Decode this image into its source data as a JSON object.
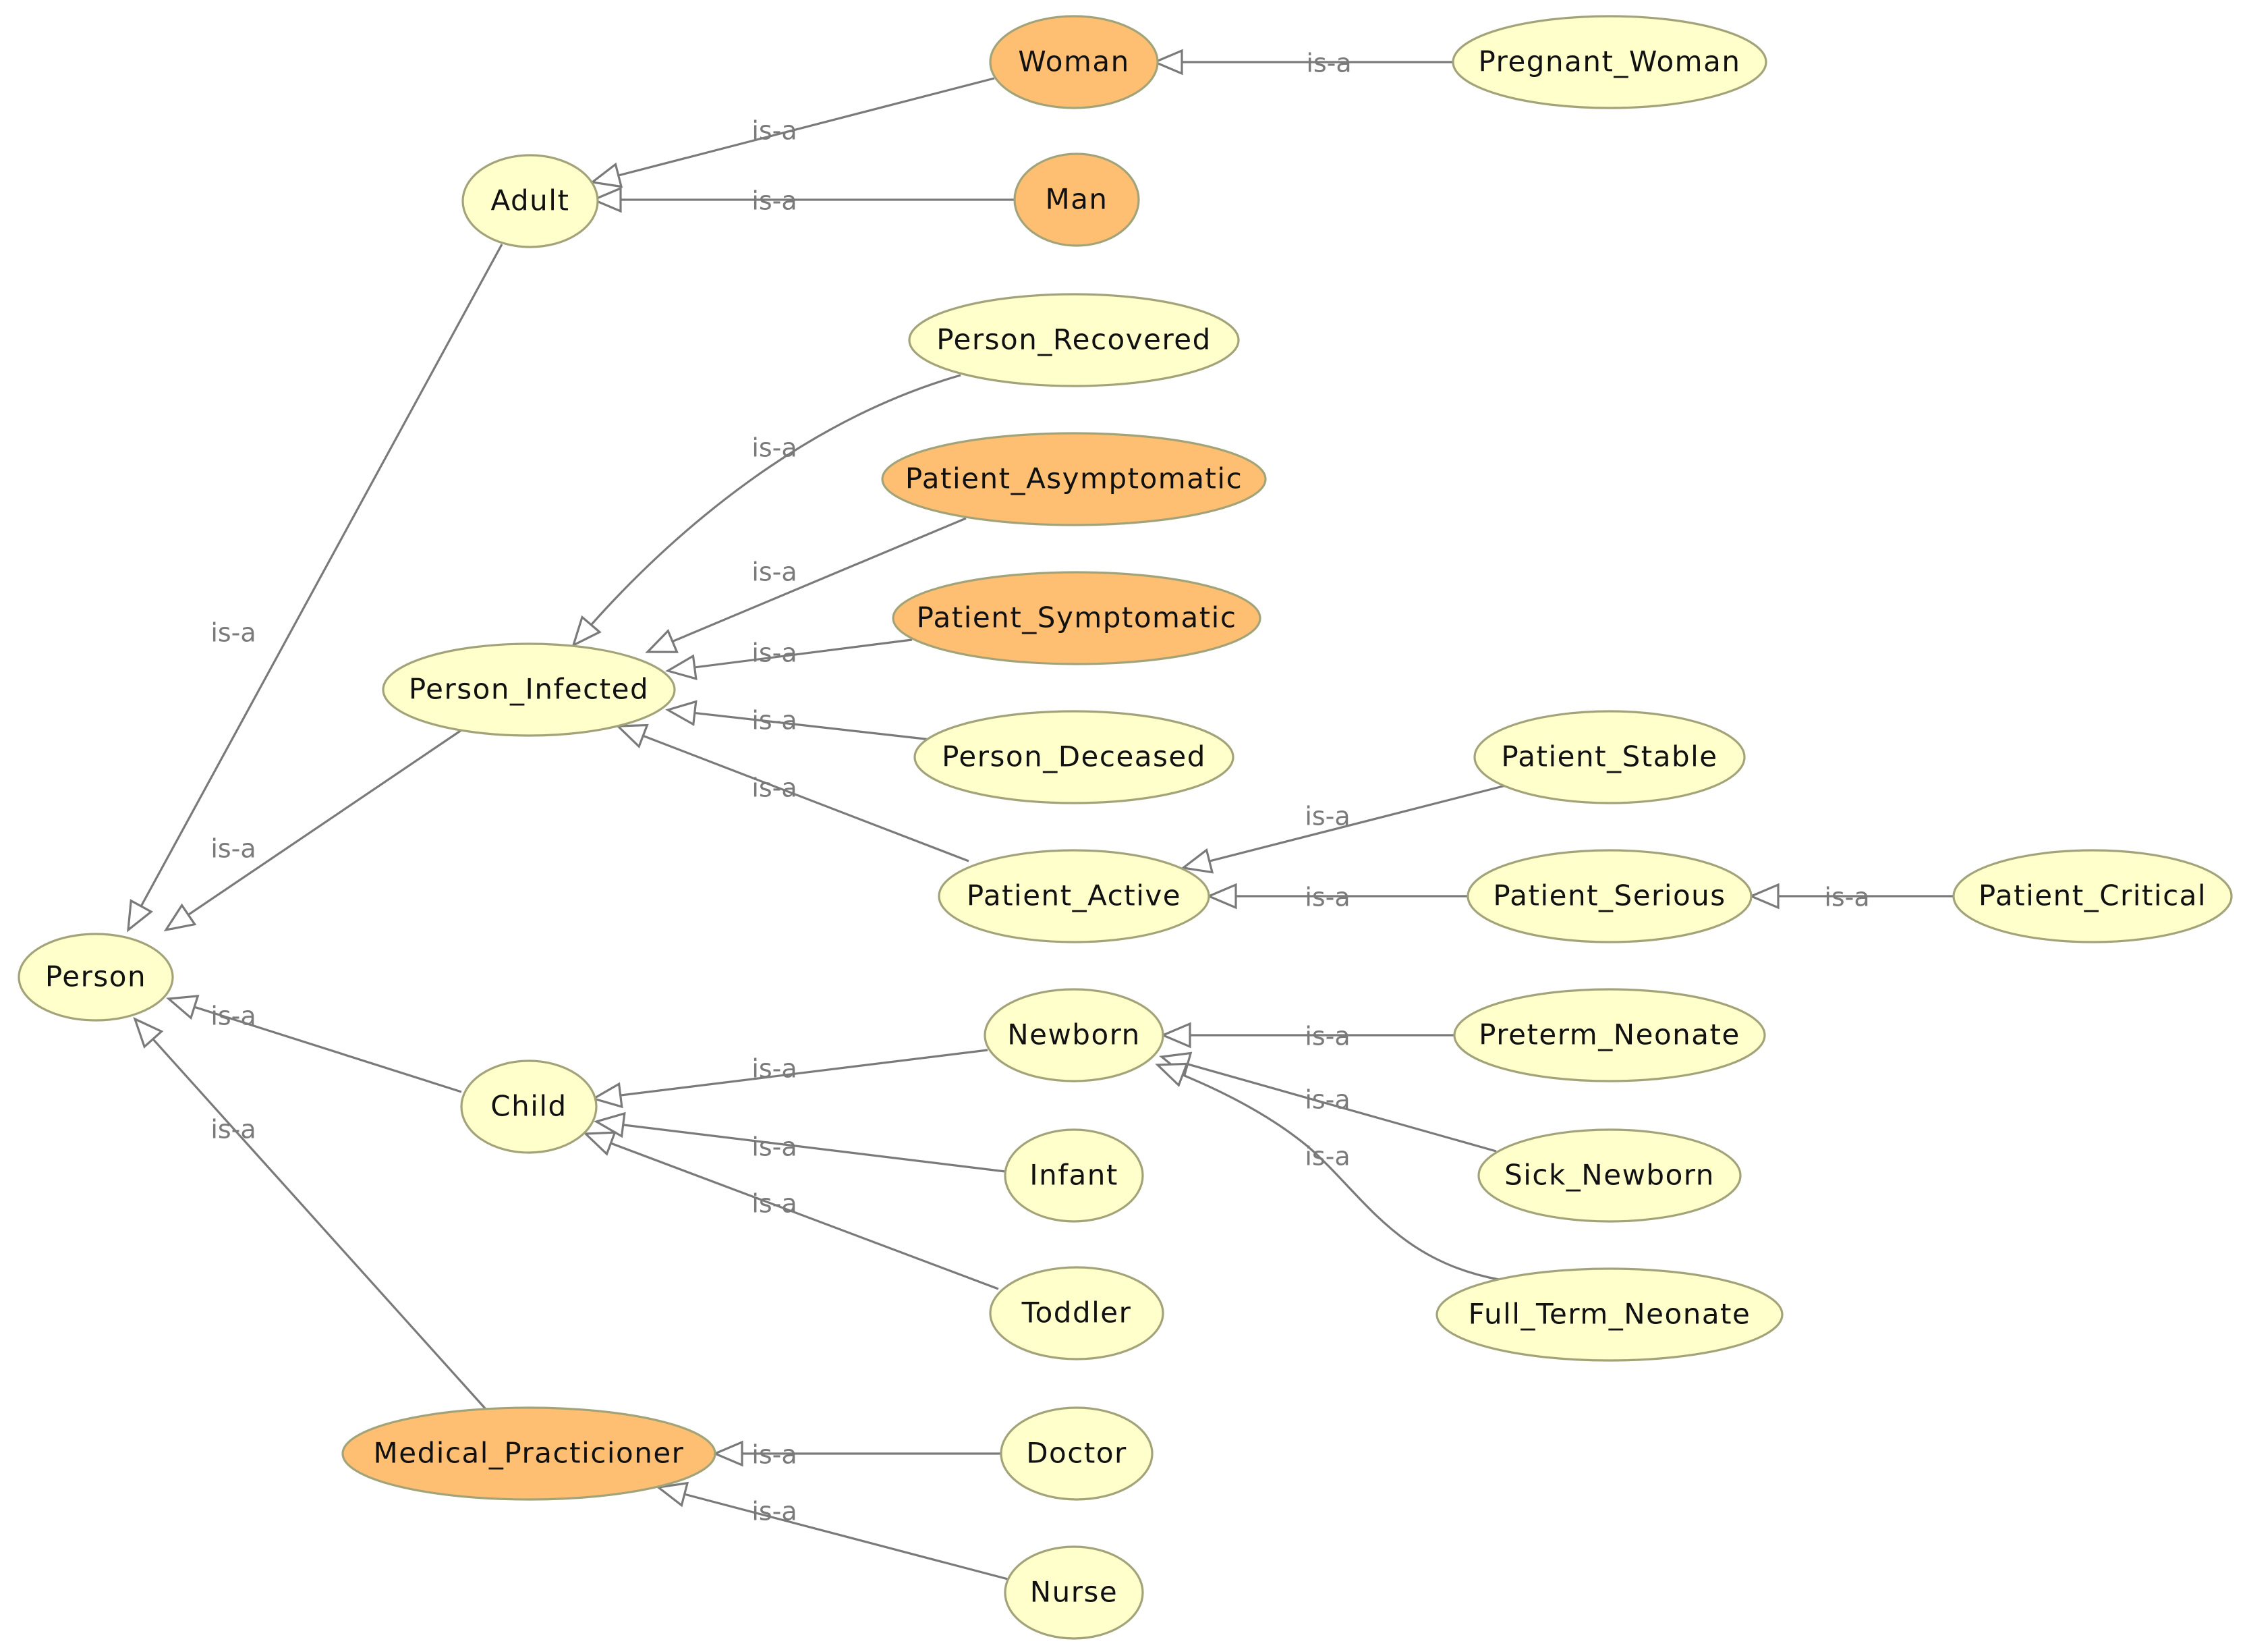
{
  "colors": {
    "primitive_class_fill": "#ffffcc",
    "defined_class_fill": "#ffbf73",
    "node_border": "#a3a37a",
    "edge": "#7a7a7a",
    "background": "#ffffff"
  },
  "diagram": {
    "relation_label": "is-a",
    "nodes": [
      {
        "id": "person",
        "label": "Person",
        "kind": "primitive"
      },
      {
        "id": "adult",
        "label": "Adult",
        "kind": "primitive"
      },
      {
        "id": "woman",
        "label": "Woman",
        "kind": "defined"
      },
      {
        "id": "man",
        "label": "Man",
        "kind": "defined"
      },
      {
        "id": "pregnant-woman",
        "label": "Pregnant_Woman",
        "kind": "primitive"
      },
      {
        "id": "person-infected",
        "label": "Person_Infected",
        "kind": "primitive"
      },
      {
        "id": "person-recovered",
        "label": "Person_Recovered",
        "kind": "primitive"
      },
      {
        "id": "patient-asymptomatic",
        "label": "Patient_Asymptomatic",
        "kind": "defined"
      },
      {
        "id": "patient-symptomatic",
        "label": "Patient_Symptomatic",
        "kind": "defined"
      },
      {
        "id": "person-deceased",
        "label": "Person_Deceased",
        "kind": "primitive"
      },
      {
        "id": "patient-active",
        "label": "Patient_Active",
        "kind": "primitive"
      },
      {
        "id": "patient-stable",
        "label": "Patient_Stable",
        "kind": "primitive"
      },
      {
        "id": "patient-serious",
        "label": "Patient_Serious",
        "kind": "primitive"
      },
      {
        "id": "patient-critical",
        "label": "Patient_Critical",
        "kind": "primitive"
      },
      {
        "id": "child",
        "label": "Child",
        "kind": "primitive"
      },
      {
        "id": "newborn",
        "label": "Newborn",
        "kind": "primitive"
      },
      {
        "id": "infant",
        "label": "Infant",
        "kind": "primitive"
      },
      {
        "id": "toddler",
        "label": "Toddler",
        "kind": "primitive"
      },
      {
        "id": "preterm-neonate",
        "label": "Preterm_Neonate",
        "kind": "primitive"
      },
      {
        "id": "sick-newborn",
        "label": "Sick_Newborn",
        "kind": "primitive"
      },
      {
        "id": "full-term-neonate",
        "label": "Full_Term_Neonate",
        "kind": "primitive"
      },
      {
        "id": "medical-practicioner",
        "label": "Medical_Practicioner",
        "kind": "defined"
      },
      {
        "id": "doctor",
        "label": "Doctor",
        "kind": "primitive"
      },
      {
        "id": "nurse",
        "label": "Nurse",
        "kind": "primitive"
      }
    ],
    "edges": [
      {
        "from": "adult",
        "to": "person",
        "label": "is-a"
      },
      {
        "from": "person-infected",
        "to": "person",
        "label": "is-a"
      },
      {
        "from": "child",
        "to": "person",
        "label": "is-a"
      },
      {
        "from": "medical-practicioner",
        "to": "person",
        "label": "is-a"
      },
      {
        "from": "woman",
        "to": "adult",
        "label": "is-a"
      },
      {
        "from": "man",
        "to": "adult",
        "label": "is-a"
      },
      {
        "from": "pregnant-woman",
        "to": "woman",
        "label": "is-a"
      },
      {
        "from": "person-recovered",
        "to": "person-infected",
        "label": "is-a"
      },
      {
        "from": "patient-asymptomatic",
        "to": "person-infected",
        "label": "is-a"
      },
      {
        "from": "patient-symptomatic",
        "to": "person-infected",
        "label": "is-a"
      },
      {
        "from": "person-deceased",
        "to": "person-infected",
        "label": "is-a"
      },
      {
        "from": "patient-active",
        "to": "person-infected",
        "label": "is-a"
      },
      {
        "from": "patient-stable",
        "to": "patient-active",
        "label": "is-a"
      },
      {
        "from": "patient-serious",
        "to": "patient-active",
        "label": "is-a"
      },
      {
        "from": "patient-critical",
        "to": "patient-serious",
        "label": "is-a"
      },
      {
        "from": "newborn",
        "to": "child",
        "label": "is-a"
      },
      {
        "from": "infant",
        "to": "child",
        "label": "is-a"
      },
      {
        "from": "toddler",
        "to": "child",
        "label": "is-a"
      },
      {
        "from": "preterm-neonate",
        "to": "newborn",
        "label": "is-a"
      },
      {
        "from": "sick-newborn",
        "to": "newborn",
        "label": "is-a"
      },
      {
        "from": "full-term-neonate",
        "to": "newborn",
        "label": "is-a"
      },
      {
        "from": "doctor",
        "to": "medical-practicioner",
        "label": "is-a"
      },
      {
        "from": "nurse",
        "to": "medical-practicioner",
        "label": "is-a"
      }
    ]
  }
}
